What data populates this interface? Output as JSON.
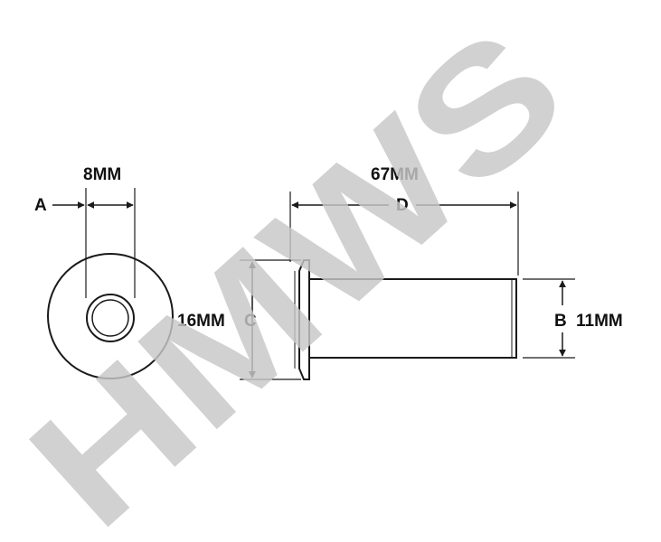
{
  "drawing": {
    "end_view": {
      "letter": "A",
      "dimension": "8MM"
    },
    "side_view": {
      "length_letter": "D",
      "length_dimension": "67MM",
      "head_letter": "C",
      "head_dimension": "16MM",
      "shank_letter": "B",
      "shank_dimension": "11MM"
    }
  },
  "watermark": {
    "text": "HMWS",
    "color": "#c8c8c8"
  }
}
